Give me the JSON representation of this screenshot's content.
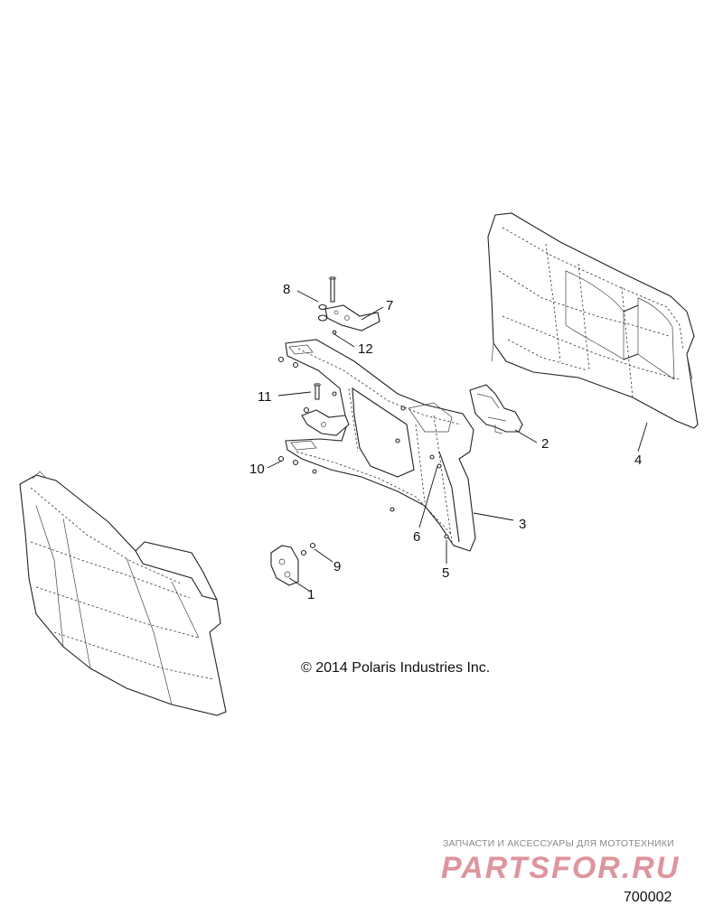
{
  "callouts": [
    "1",
    "2",
    "3",
    "4",
    "5",
    "6",
    "7",
    "8",
    "9",
    "10",
    "11",
    "12"
  ],
  "copyright": "© 2014 Polaris Industries Inc.",
  "watermark": {
    "tagline": "ЗАПЧАСТИ И АКСЕССУАРЫ ДЛЯ МОТОТЕХНИКИ",
    "logo_text": "PARTSFOR.RU",
    "logo_color": "#d9838d"
  },
  "figure_id": "700002"
}
